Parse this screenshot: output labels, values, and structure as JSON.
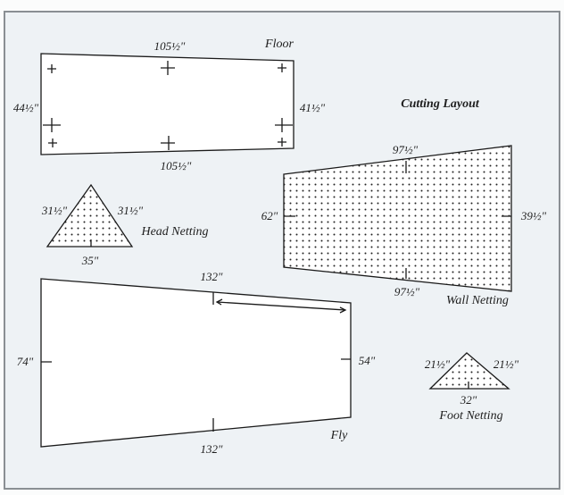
{
  "title": "Cutting Layout",
  "floor": {
    "name": "Floor",
    "top": "105½\"",
    "bottom": "105½\"",
    "left": "44½\"",
    "right": "41½\""
  },
  "wall_netting": {
    "name": "Wall Netting",
    "top": "97½\"",
    "bottom": "97½\"",
    "left": "62\"",
    "right": "39½\""
  },
  "head_netting": {
    "name": "Head Netting",
    "left": "31½\"",
    "right": "31½\"",
    "base": "35\""
  },
  "fly": {
    "name": "Fly",
    "top": "132\"",
    "bottom": "132\"",
    "left": "74\"",
    "right": "54\""
  },
  "foot_netting": {
    "name": "Foot Netting",
    "left": "21½\"",
    "right": "21½\"",
    "base": "32\""
  },
  "colors": {
    "background": "#eef2f5",
    "frame": "#8a8f93",
    "ink": "#1a1a1a"
  }
}
